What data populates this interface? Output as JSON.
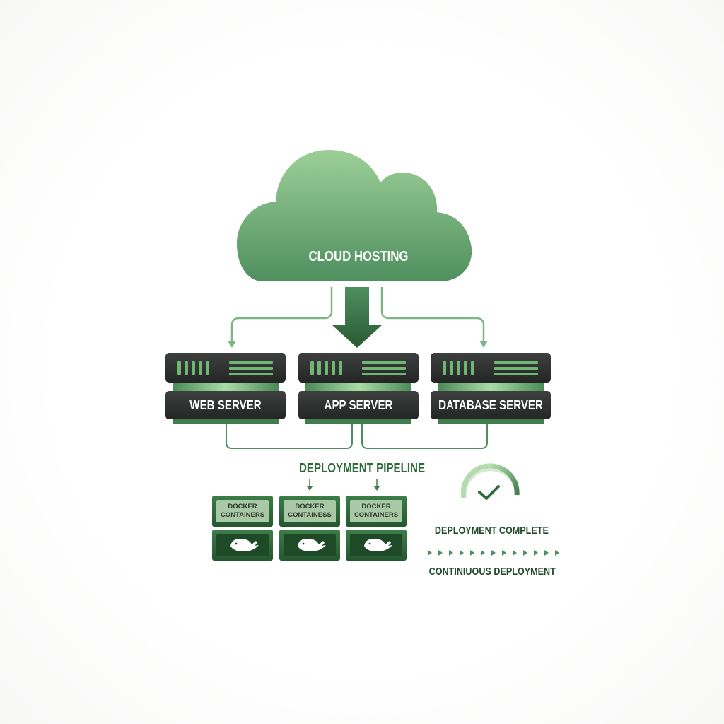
{
  "cloud": {
    "label": "CLOUD HOSTING",
    "icon": "cloud-icon"
  },
  "servers": [
    {
      "label": "WEB SERVER"
    },
    {
      "label": "APP SERVER"
    },
    {
      "label": "DATABASE SERVER"
    }
  ],
  "pipeline": {
    "label": "DEPLOYMENT PIPELINE"
  },
  "docker": [
    {
      "label": "DOCKER CONTAINERS",
      "icon": "whale-icon"
    },
    {
      "label": "DOCKER CONTAINESS",
      "icon": "whale-icon"
    },
    {
      "label": "DOCKER CONTAINERS",
      "icon": "whale-icon"
    }
  ],
  "status": {
    "label": "DEPLOYMENT COMPLETE",
    "icon": "checkmark-icon",
    "continuous_label": "CONTINIUOUS DEPLOYMENT"
  },
  "colors": {
    "accent": "#3f8a4f",
    "cloud_light": "#9ccf97",
    "cloud_dark": "#4f8f5f",
    "server_dark": "#2c2f2d",
    "docker_green": "#2f6b3b",
    "text_dark": "#234a2a"
  }
}
